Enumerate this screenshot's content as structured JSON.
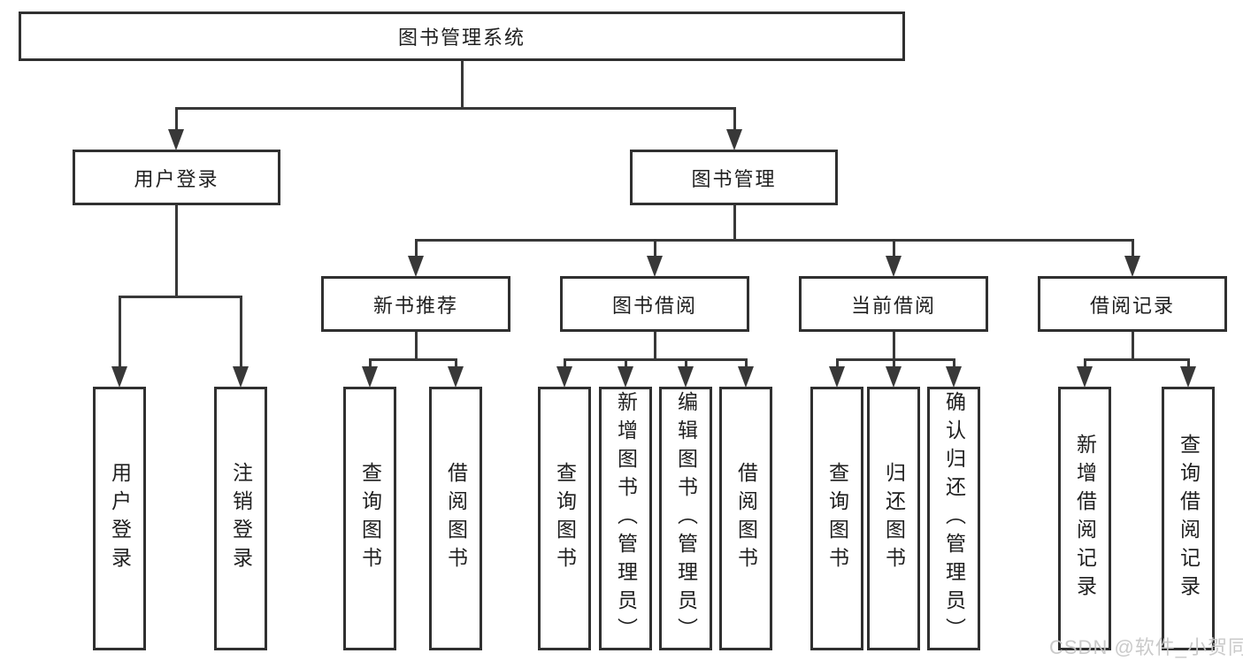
{
  "diagram": {
    "root": {
      "label": "图书管理系统"
    },
    "branches": [
      {
        "label": "用户登录",
        "children": [
          {
            "label": "用户登录"
          },
          {
            "label": "注销登录"
          }
        ]
      },
      {
        "label": "图书管理",
        "children": [
          {
            "label": "新书推荐",
            "children": [
              {
                "label": "查询图书"
              },
              {
                "label": "借阅图书"
              }
            ]
          },
          {
            "label": "图书借阅",
            "children": [
              {
                "label": "查询图书"
              },
              {
                "label": "新增图书（管理员）"
              },
              {
                "label": "编辑图书（管理员）"
              },
              {
                "label": "借阅图书"
              }
            ]
          },
          {
            "label": "当前借阅",
            "children": [
              {
                "label": "查询图书"
              },
              {
                "label": "归还图书"
              },
              {
                "label": "确认归还（管理员）"
              }
            ]
          },
          {
            "label": "借阅记录",
            "children": [
              {
                "label": "新增借阅记录"
              },
              {
                "label": "查询借阅记录"
              }
            ]
          }
        ]
      }
    ]
  },
  "watermark": "CSDN @软件_小贺同学",
  "colors": {
    "background": "#ffffff",
    "box_border": "#303030",
    "connector_line": "#383838",
    "text": "#1f1f1f",
    "watermark": "#c6c6c6"
  }
}
